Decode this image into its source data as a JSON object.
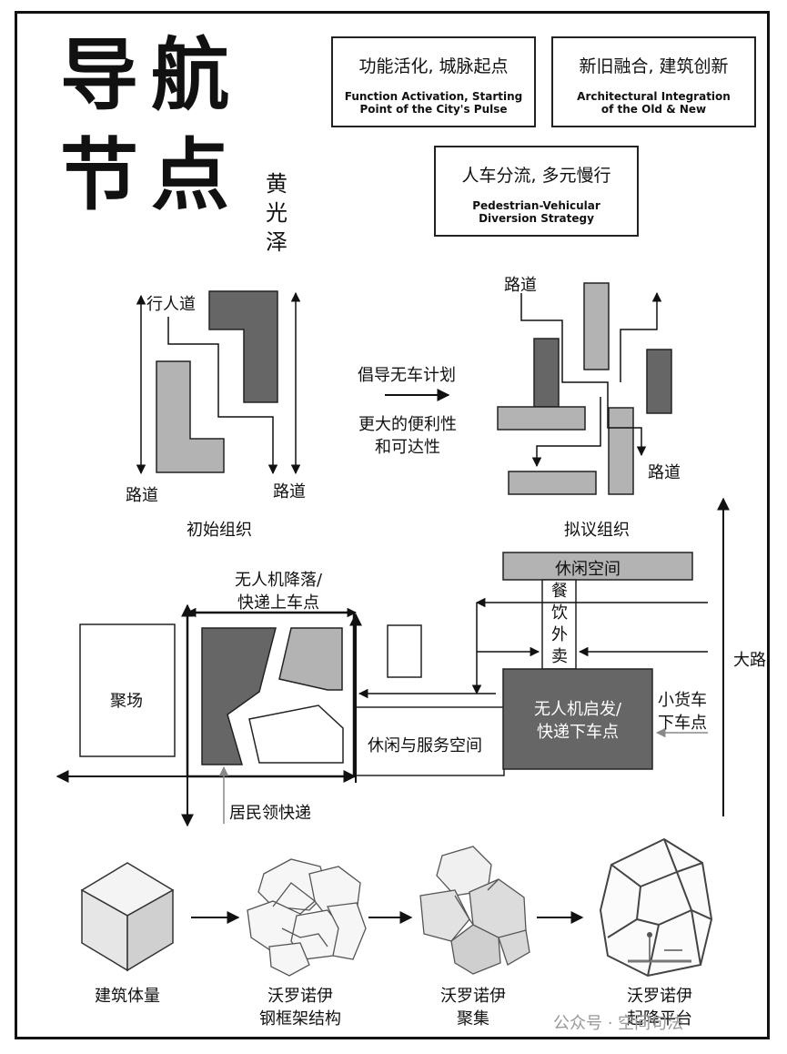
{
  "title": {
    "line1": [
      "导",
      "航"
    ],
    "line2": [
      "节",
      "点"
    ]
  },
  "author": "黄\n光\n泽",
  "strategies": [
    {
      "zh": "功能活化, 城脉起点",
      "en": "Function Activation, Starting\nPoint of the City's Pulse"
    },
    {
      "zh": "新旧融合, 建筑创新",
      "en": "Architectural Integration\nof the Old & New"
    },
    {
      "zh": "人车分流, 多元慢行",
      "en": "Pedestrian-Vehicular\nDiversion Strategy"
    }
  ],
  "organization": {
    "initial": {
      "sidewalk": "行人道",
      "road_left": "路道",
      "road_right": "路道",
      "caption": "初始组织"
    },
    "arrow_top": "倡导无车计划",
    "arrow_bottom": "更大的便利性\n和可达性",
    "proposed": {
      "road_top": "路道",
      "road_bottom": "路道",
      "caption": "拟议组织"
    }
  },
  "site_plan": {
    "drone_landing": "无人机降落/\n快递上车点",
    "leisure_space": "休闲空间",
    "catering": "餐\n饮\n外\n卖",
    "main_road": "大路",
    "plaza": "聚场",
    "leisure_service": "休闲与服务空间",
    "drone_launch": "无人机启发/\n快递下车点",
    "truck_dropoff": "小货车\n下车点",
    "resident_pickup": "居民领快递"
  },
  "process": [
    {
      "label": "建筑体量",
      "icon": "cube-icon"
    },
    {
      "label": "沃罗诺伊\n钢框架结构",
      "icon": "voronoi-frame-icon"
    },
    {
      "label": "沃罗诺伊\n聚集",
      "icon": "voronoi-cluster-icon"
    },
    {
      "label": "沃罗诺伊\n起降平台",
      "icon": "voronoi-platform-icon"
    }
  ],
  "watermark": "公众号 · 空间句法",
  "colors": {
    "dark": "#666666",
    "light": "#b3b3b3",
    "line": "#111111"
  }
}
